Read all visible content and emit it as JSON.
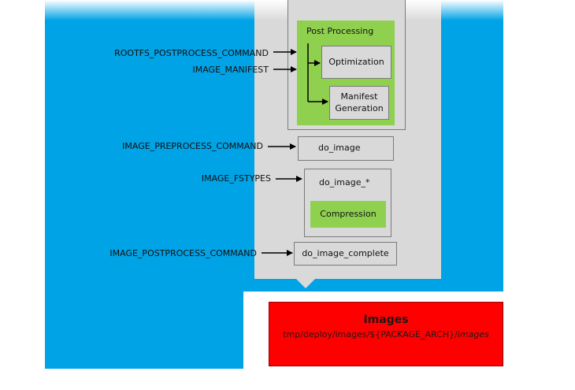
{
  "colors": {
    "background_blue": "#00a3e6",
    "panel_gray": "#d9d9d9",
    "process_green": "#8fd14f",
    "output_red": "#ff0000"
  },
  "labels": {
    "rootfs_postprocess": "ROOTFS_POSTPROCESS_COMMAND",
    "image_manifest": "IMAGE_MANIFEST",
    "image_preprocess": "IMAGE_PREPROCESS_COMMAND",
    "image_fstypes": "IMAGE_FSTYPES",
    "image_postprocess": "IMAGE_POSTPROCESS_COMMAND"
  },
  "boxes": {
    "post_processing": "Post Processing",
    "optimization": "Optimization",
    "manifest_generation_line1": "Manifest",
    "manifest_generation_line2": "Generation",
    "do_image": "do_image",
    "do_image_star": "do_image_*",
    "compression": "Compression",
    "do_image_complete": "do_image_complete"
  },
  "output": {
    "title": "Images",
    "path_prefix": "tmp/deploy/images/${PACKAGE_ARCH}/",
    "path_suffix": "images"
  }
}
